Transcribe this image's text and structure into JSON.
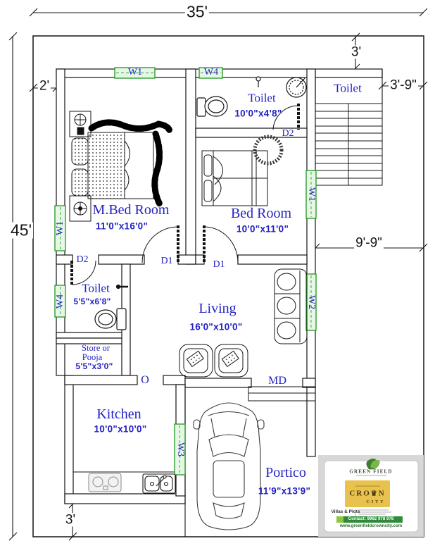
{
  "plan": {
    "dimensions": {
      "width_top": "35'",
      "height_left": "45'",
      "setback_top_right": "3'",
      "setback_right_upper": "3'-9\"",
      "setback_left": "2'",
      "setback_right_lower": "9'-9\"",
      "setback_bottom": "3'"
    },
    "rooms": {
      "master_bedroom": {
        "name": "M.Bed Room",
        "size": "11'0\"x16'0\""
      },
      "toilet_attached": {
        "name": "Toilet",
        "size": "10'0\"x4'8\""
      },
      "toilet_outer": {
        "name": "Toilet"
      },
      "bedroom": {
        "name": "Bed Room",
        "size": "10'0\"x11'0\""
      },
      "toilet_common": {
        "name": "Toilet",
        "size": "5'5\"x6'8\""
      },
      "store": {
        "line1": "Store or",
        "line2": "Pooja",
        "size": "5'5\"x3'0\""
      },
      "living": {
        "name": "Living",
        "size": "16'0\"x10'0\""
      },
      "kitchen": {
        "name": "Kitchen",
        "size": "10'0\"x10'0\""
      },
      "portico": {
        "name": "Portico",
        "size": "11'9\"x13'9\""
      }
    },
    "openings": {
      "w1_top": "W1",
      "w4_top": "W4",
      "w1_left": "W1",
      "w4_left": "W4",
      "w1_right": "W1",
      "w2_right": "W2",
      "w3_kitchen": "W3",
      "d1_master": "D1",
      "d1_bedroom": "D1",
      "d2_toilet_common": "D2",
      "d2_toilet_attached": "D2",
      "o_opening": "O",
      "md_main_door": "MD"
    }
  },
  "logo": {
    "company": "GREEN FIELD",
    "project_part1": "CRO",
    "project_crown": "♛",
    "project_part2": "N",
    "project_sub": "CITY",
    "offerings": "Villas & Plots",
    "contact": "Contact: 9962 978 978",
    "website": "www.greenfieldcrowncity.com"
  },
  "colors": {
    "label_blue": "#2323c3",
    "window_green": "#2e9e2e",
    "line_black": "#141414",
    "logo_yellow": "#e9c14d",
    "logo_green_bar": "#2e8b3a"
  }
}
